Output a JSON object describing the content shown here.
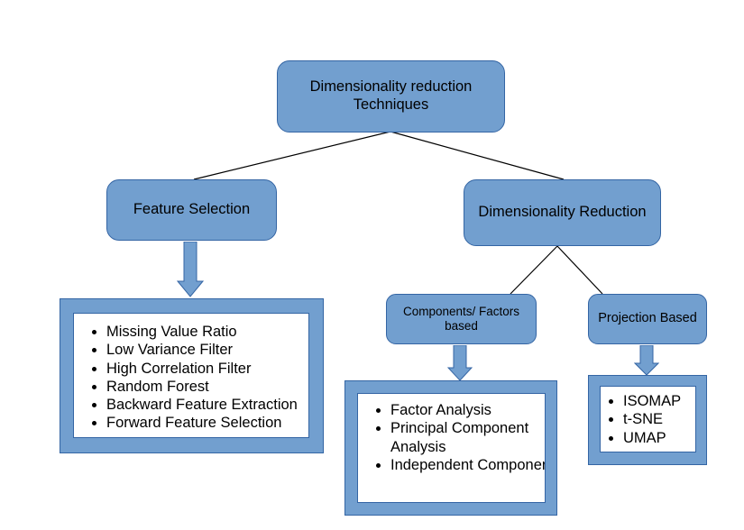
{
  "root": {
    "line1": "Dimensionality reduction",
    "line2": "Techniques"
  },
  "feature_selection": {
    "title": "Feature Selection",
    "items": [
      "Missing Value Ratio",
      "Low Variance Filter",
      "High Correlation Filter",
      "Random Forest",
      "Backward Feature Extraction",
      "Forward Feature Selection"
    ]
  },
  "dimensionality_reduction": {
    "title": "Dimensionality Reduction",
    "components": {
      "line1": "Components/ Factors",
      "line2": "based",
      "items": [
        "Factor Analysis",
        "Principal Component Analysis",
        "Independent Component Analysis"
      ]
    },
    "projection": {
      "title": "Projection Based",
      "items": [
        "ISOMAP",
        "t-SNE",
        "UMAP"
      ]
    }
  },
  "colors": {
    "box_fill": "#729fcf",
    "box_border": "#3465a4",
    "line": "#000000"
  }
}
